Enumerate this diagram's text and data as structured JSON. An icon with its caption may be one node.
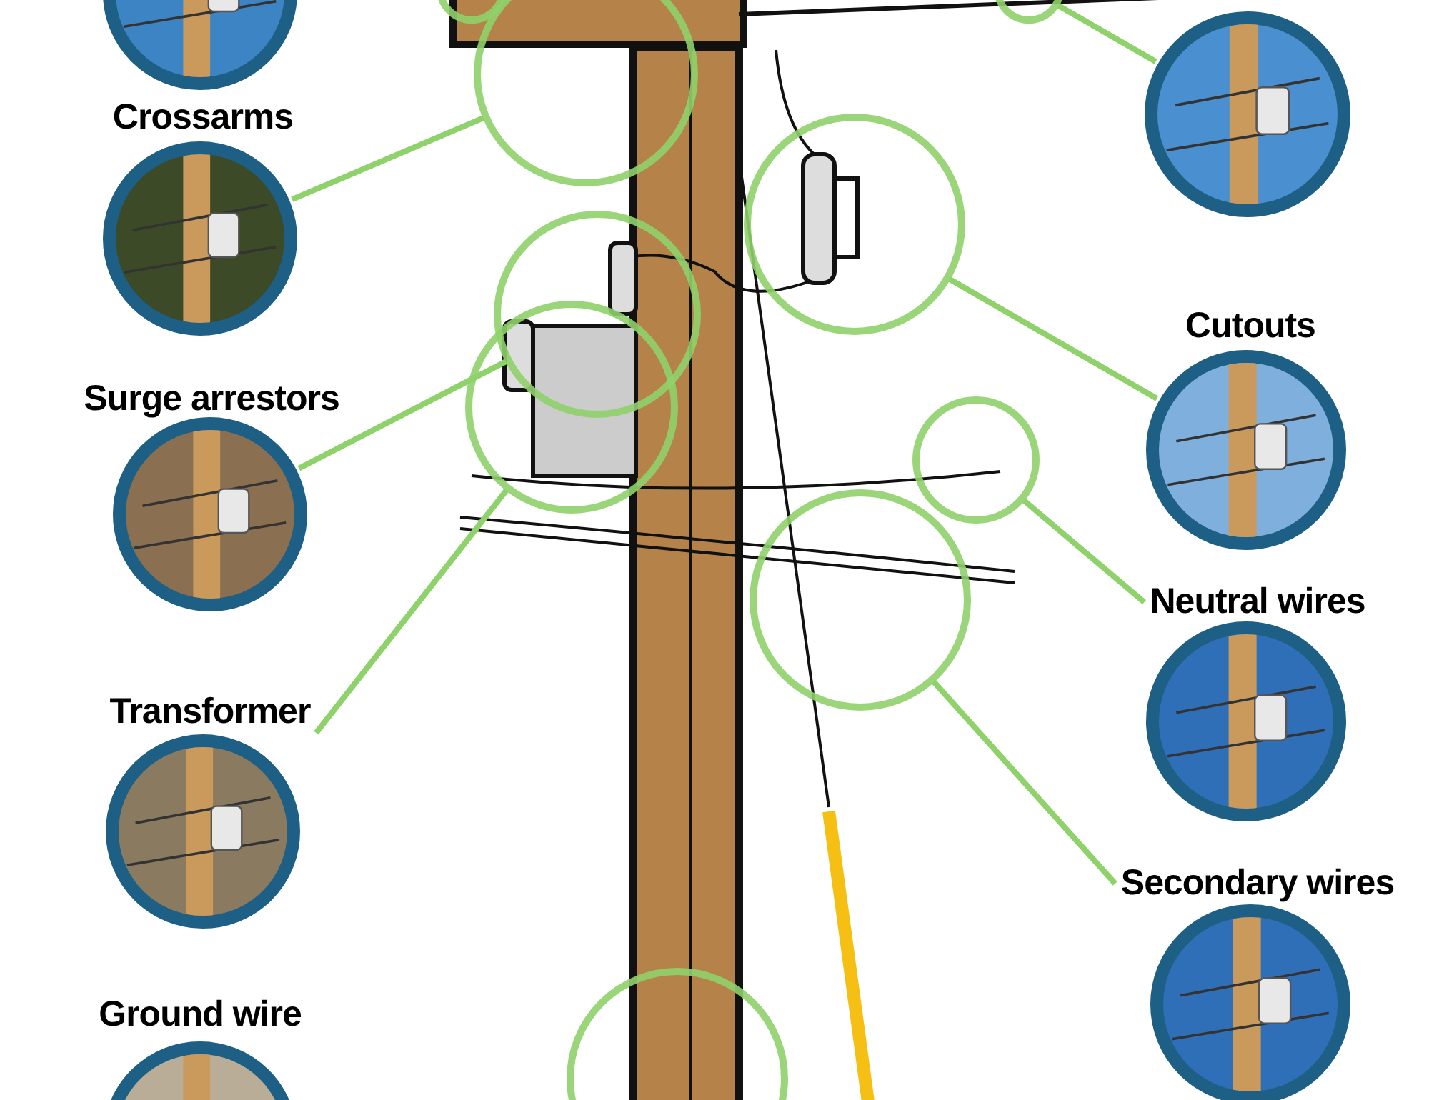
{
  "diagram": {
    "nodes": [
      {
        "text": [],
        "shape": "picture"
      },
      {
        "text": [],
        "shape": "circle"
      },
      {
        "text": [],
        "shape": "circle"
      },
      {
        "text": [],
        "shape": "picture"
      },
      {
        "text": [
          "Crossarms"
        ]
      },
      {
        "text": [],
        "shape": "circle"
      },
      {
        "text": [],
        "shape": "picture"
      },
      {
        "text": [],
        "shape": "circle"
      },
      {
        "text": [],
        "shape": "circle"
      },
      {
        "text": [
          "Cutouts"
        ]
      },
      {
        "text": [],
        "shape": "picture"
      },
      {
        "text": [
          "Surge arrestors"
        ]
      },
      {
        "text": [],
        "shape": "circle"
      },
      {
        "text": [],
        "shape": "picture"
      },
      {
        "text": [],
        "shape": "circle"
      },
      {
        "text": [],
        "shape": "circle"
      },
      {
        "text": [
          "Neutral wires"
        ]
      },
      {
        "text": [],
        "shape": "picture"
      },
      {
        "text": [
          "Transformer"
        ]
      },
      {
        "text": [],
        "shape": "picture"
      },
      {
        "text": [
          "Secondary wires"
        ]
      },
      {
        "text": [],
        "shape": "picture"
      },
      {
        "text": [
          "Ground wire"
        ]
      },
      {
        "text": [],
        "shape": "circle"
      },
      {
        "text": [],
        "shape": "picture"
      }
    ],
    "edges": [
      {
        "from": 2,
        "to": 3,
        "arrow": "none"
      },
      {
        "from": 6,
        "to": 5,
        "arrow": "none"
      },
      {
        "from": 10,
        "to": 7,
        "arrow": "none"
      },
      {
        "from": 13,
        "to": 8,
        "arrow": "none"
      },
      {
        "from": 18,
        "to": 12,
        "arrow": "none"
      },
      {
        "from": 16,
        "to": 14,
        "arrow": "none"
      },
      {
        "from": 20,
        "to": 15,
        "arrow": "none"
      }
    ]
  }
}
